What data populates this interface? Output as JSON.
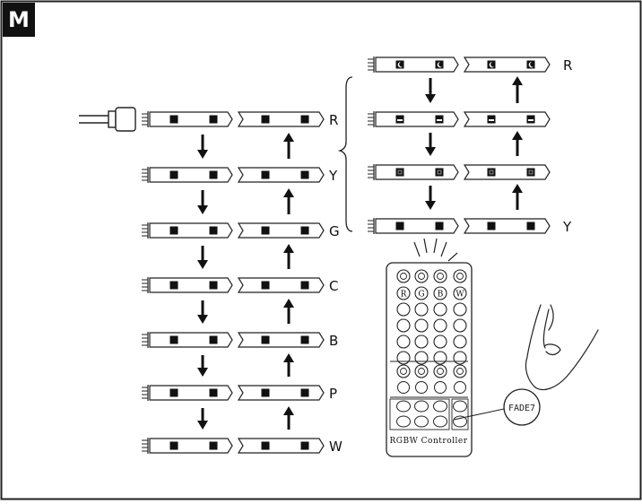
{
  "section": {
    "badge": "M"
  },
  "diagram": {
    "left_colors": [
      "R",
      "Y",
      "G",
      "C",
      "B",
      "P",
      "W"
    ],
    "right_colors": [
      "R",
      "Y"
    ],
    "remote": {
      "label": "RGBW Controller",
      "color_buttons": [
        "R",
        "G",
        "B",
        "W"
      ],
      "callout": "FADE7"
    }
  }
}
